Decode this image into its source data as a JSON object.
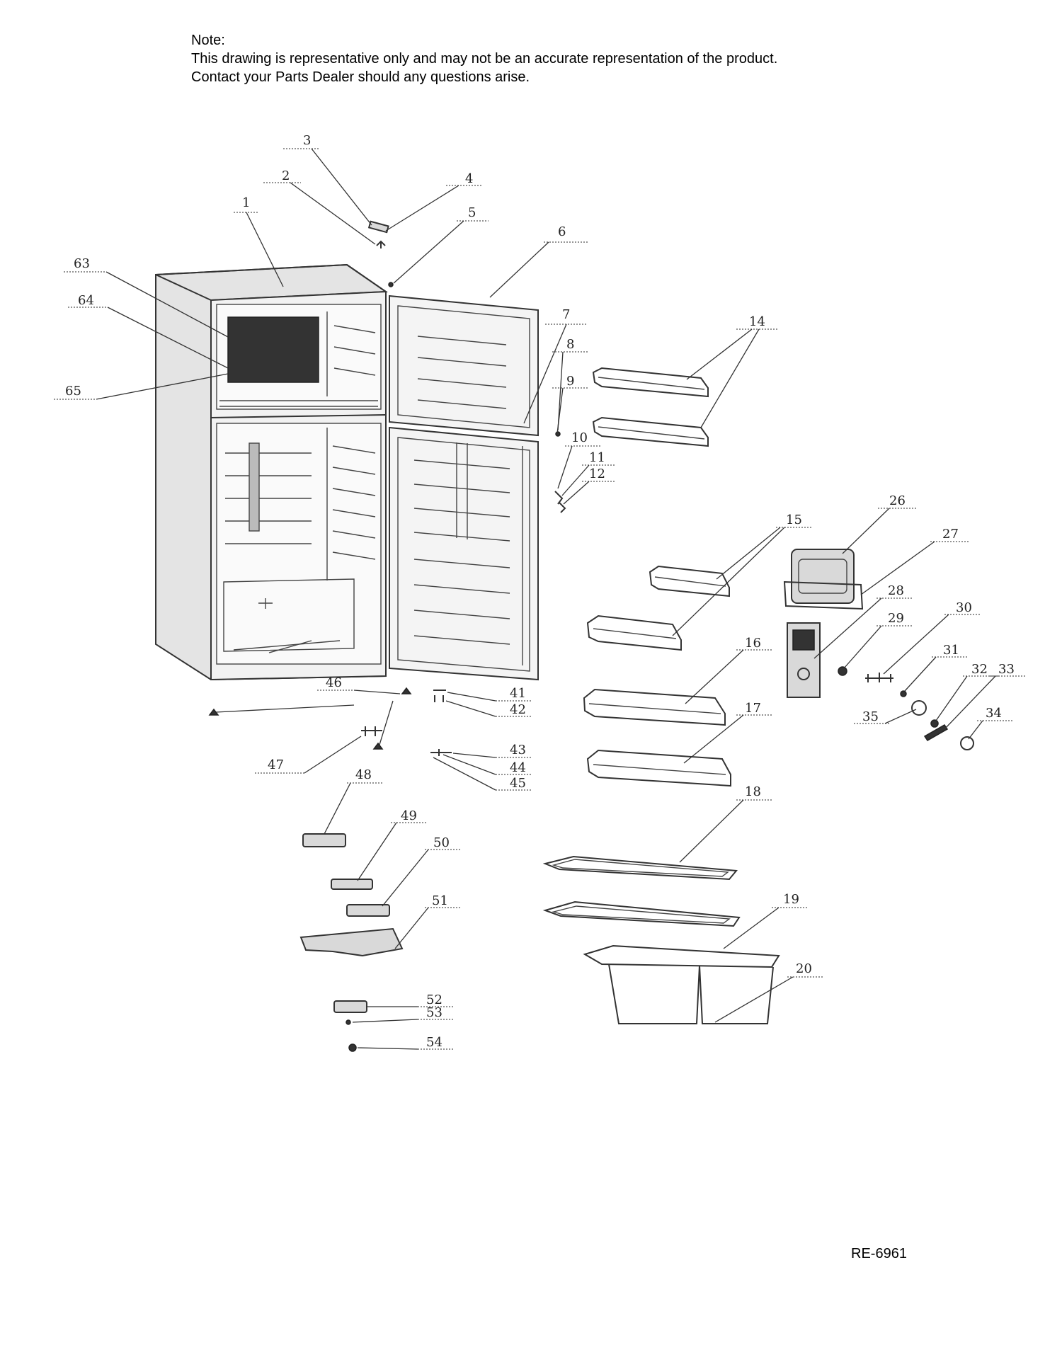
{
  "note": {
    "heading": "Note:",
    "line1": "This drawing is representative only and may not be an accurate representation of the product.",
    "line2": "Contact your Parts Dealer should any questions arise."
  },
  "doc_code": "RE-6961",
  "part_labels": [
    "1",
    "2",
    "3",
    "4",
    "5",
    "6",
    "7",
    "8",
    "9",
    "10",
    "11",
    "12",
    "14",
    "15",
    "16",
    "17",
    "18",
    "19",
    "20",
    "26",
    "27",
    "28",
    "29",
    "30",
    "31",
    "32",
    "33",
    "34",
    "35",
    "41",
    "42",
    "43",
    "44",
    "45",
    "46",
    "47",
    "48",
    "49",
    "50",
    "51",
    "52",
    "53",
    "54",
    "63",
    "64",
    "65"
  ]
}
